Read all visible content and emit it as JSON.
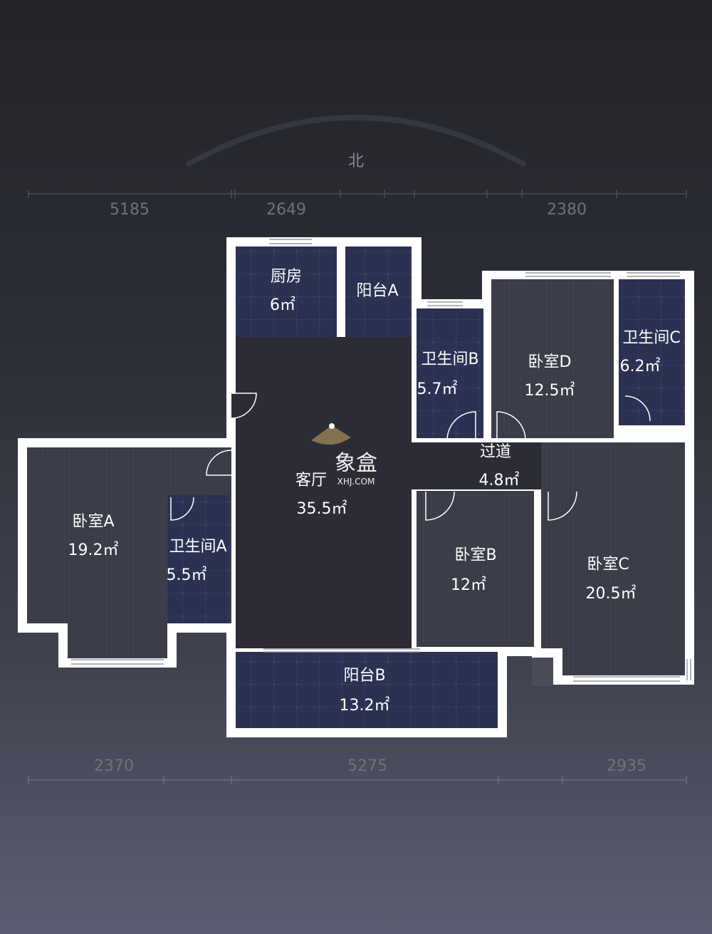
{
  "compass": {
    "label": "北"
  },
  "top_dimensions": [
    "5185",
    "2649",
    "2380"
  ],
  "bottom_dimensions": [
    "2370",
    "5275",
    "2935"
  ],
  "rooms": {
    "kitchen": {
      "name": "厨房",
      "area": "6㎡"
    },
    "balcony_a": {
      "name": "阳台A"
    },
    "bath_b": {
      "name": "卫生间B",
      "area": "5.7㎡"
    },
    "bedroom_d": {
      "name": "卧室D",
      "area": "12.5㎡"
    },
    "bath_c": {
      "name": "卫生间C",
      "area": "6.2㎡"
    },
    "living": {
      "name": "客厅",
      "area": "35.5㎡"
    },
    "corridor": {
      "name": "过道",
      "area": "4.8㎡"
    },
    "bedroom_a": {
      "name": "卧室A",
      "area": "19.2㎡"
    },
    "bath_a": {
      "name": "卫生间A",
      "area": "5.5㎡"
    },
    "bedroom_b": {
      "name": "卧室B",
      "area": "12㎡"
    },
    "bedroom_c": {
      "name": "卧室C",
      "area": "20.5㎡"
    },
    "balcony_b": {
      "name": "阳台B",
      "area": "13.2㎡"
    }
  },
  "watermark": {
    "brand": "象盒",
    "site": "XHJ.COM"
  },
  "colors": {
    "tile": "#2b3152",
    "wood": "#3a3c47",
    "living": "#2b2c36",
    "wall": "#ffffff"
  }
}
